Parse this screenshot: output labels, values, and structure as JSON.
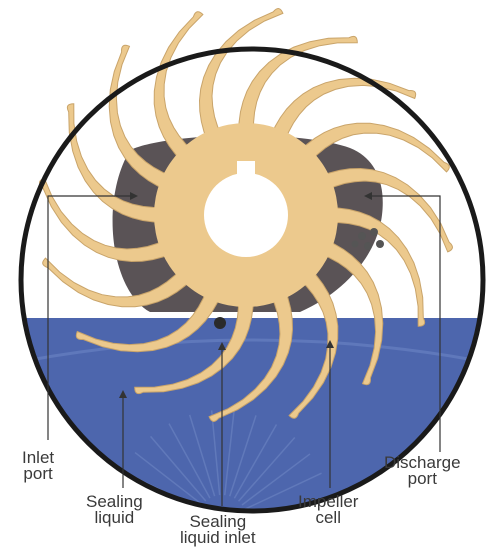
{
  "diagram": {
    "colors": {
      "impeller": "#ecc98d",
      "impeller_edge": "#c9a46a",
      "casing_shadow": "#5a5356",
      "sealing_liquid": "#4d66ad",
      "ring": "#1a1a1a",
      "leader": "#333333",
      "label_text": "#3a3a3a"
    },
    "labels": {
      "inlet_port": [
        "Inlet",
        "port"
      ],
      "sealing_liquid": [
        "Sealing",
        "liquid"
      ],
      "sealing_liquid_inlet": [
        "Sealing",
        "liquid inlet"
      ],
      "impeller_cell": [
        "Impeller",
        "cell"
      ],
      "discharge_port": [
        "Discharge",
        "port"
      ]
    }
  }
}
